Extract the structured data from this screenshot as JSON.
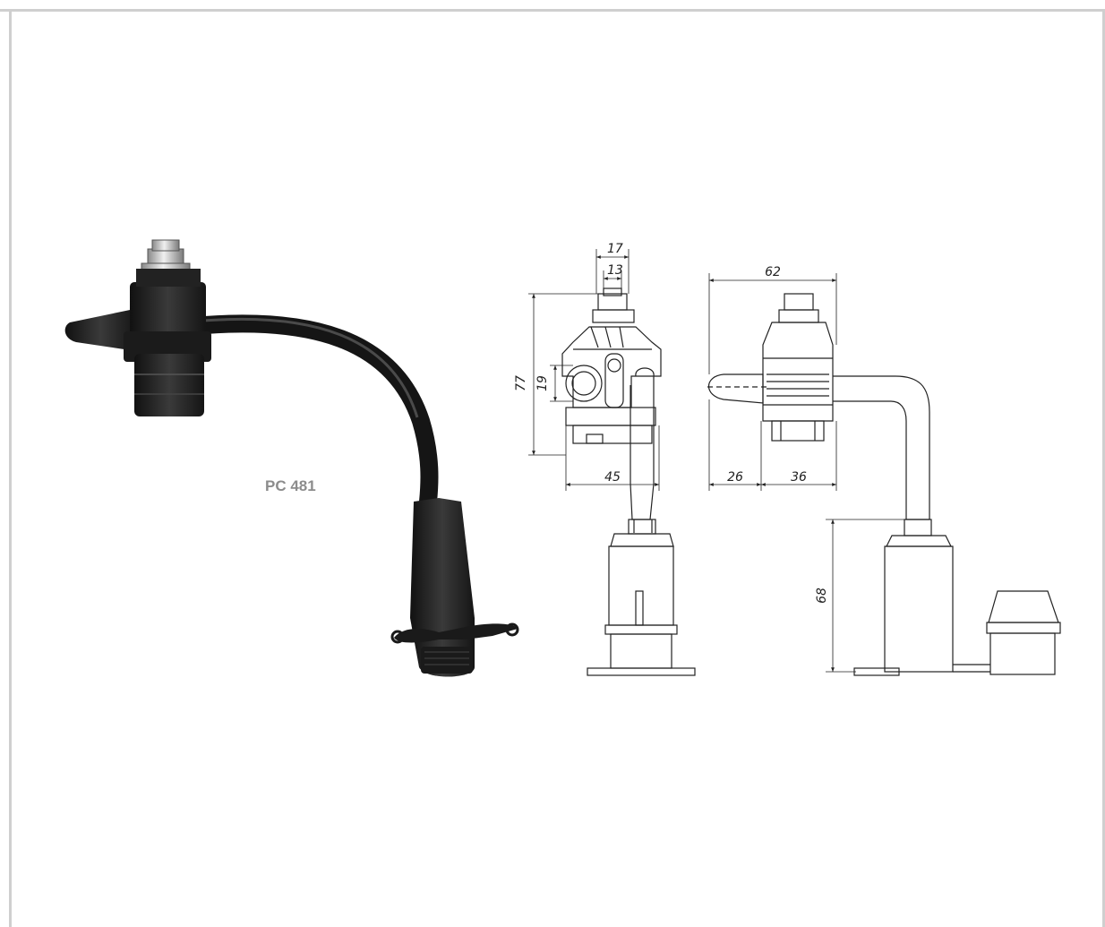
{
  "product": {
    "model_label": "PC 481"
  },
  "dimensions": {
    "front_view": {
      "top_outer_width": "17",
      "top_inner_width": "13",
      "total_height": "77",
      "cable_groove": "19",
      "base_width": "45"
    },
    "side_view": {
      "total_width": "62",
      "cap_width": "26",
      "body_width": "36",
      "cable_height": "68"
    }
  },
  "colors": {
    "frame": "#cfcfcf",
    "label": "#8c8c8c",
    "drawing_line": "#222222",
    "plastic": "#1e1e1e"
  }
}
